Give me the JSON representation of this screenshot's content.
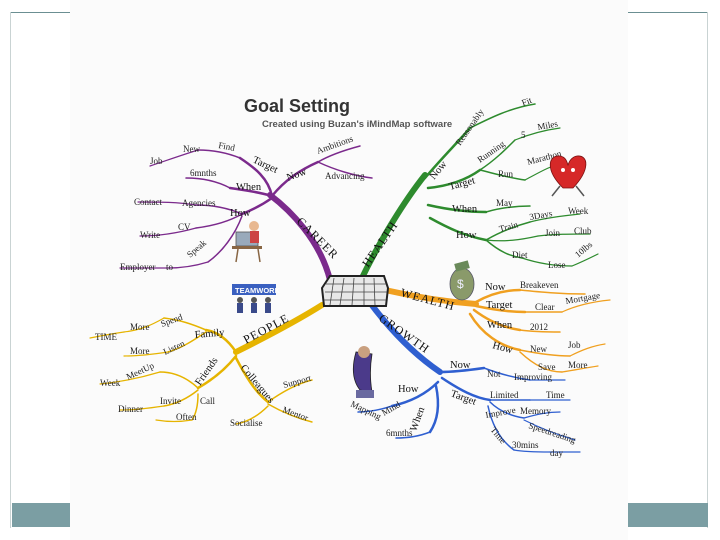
{
  "title": "Goal Setting",
  "subtitle": "Created using Buzan's iMindMap software",
  "branches": {
    "career": {
      "label": "CAREER",
      "color": "#7b2a8c",
      "now": "Now",
      "ambitions": "Ambitions",
      "advancing": "Advancing",
      "target": "Target",
      "find": "Find",
      "new": "New",
      "job": "Job",
      "when": "When",
      "six_months": "6mnths",
      "how": "How",
      "agencies": "Agencies",
      "contact": "Contact",
      "cv": "CV",
      "write": "Write",
      "speak": "Speak",
      "to": "to",
      "employer": "Employer"
    },
    "health": {
      "label": "HEALTH",
      "color": "#2e8b2e",
      "now": "Now",
      "reasonably": "Reasonably",
      "fit": "Fit",
      "target": "Target",
      "running": "Running",
      "five": "5",
      "miles": "Miles",
      "run": "Run",
      "marathon": "Marathon",
      "when": "When",
      "may": "May",
      "how": "How",
      "train": "Train",
      "three_days": "3Days",
      "week": "Week",
      "join": "Join",
      "club": "Club",
      "diet": "Diet",
      "lose": "Lose",
      "ten_lbs": "10lbs"
    },
    "wealth": {
      "label": "WEALTH",
      "color": "#f0a020",
      "now": "Now",
      "breakeven": "Breakeven",
      "target": "Target",
      "clear": "Clear",
      "mortgage": "Mortgage",
      "when": "When",
      "year": "2012",
      "how": "How",
      "new": "New",
      "job": "Job",
      "save": "Save",
      "more": "More"
    },
    "growth": {
      "label": "GROWTH",
      "color": "#2f5fd0",
      "now": "Now",
      "not": "Not",
      "improving": "Improving",
      "target": "Target",
      "limited": "Limited",
      "time": "Time",
      "improve": "Improve",
      "memory": "Memory",
      "speed_reading": "Speedreading",
      "time2": "Time",
      "thirty_mins": "30mins",
      "day": "day",
      "how": "How",
      "mapping": "Mapping",
      "mind": "Mind",
      "when": "When",
      "six_months": "6mnths"
    },
    "people": {
      "label": "PEOPLE",
      "color": "#e6b400",
      "family": "Family",
      "spend": "Spend",
      "more": "More",
      "time": "TIME",
      "listen": "Listen",
      "more2": "More",
      "friends": "Friends",
      "meetup": "MeetUp",
      "week": "Week",
      "invite": "Invite",
      "dinner": "Dinner",
      "call": "Call",
      "often": "Often",
      "colleagues": "Colleagues",
      "support": "Support",
      "mentor": "Mentor",
      "socialise": "Socialise"
    }
  },
  "illustrations": {
    "center": "goal-net-icon",
    "career": "person-at-computer-icon",
    "health": "heart-runner-icon",
    "wealth": "money-bag-icon",
    "growth": "growing-arm-icon",
    "people": "teamwork-icon",
    "teamwork_text": "TEAMWORK"
  }
}
